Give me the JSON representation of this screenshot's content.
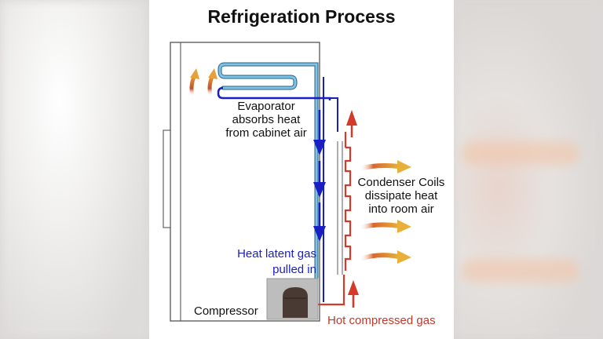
{
  "title": "Refrigeration Process",
  "labels": {
    "evaporator": [
      "Evaporator",
      "absorbs heat",
      "from cabinet air"
    ],
    "condenser": [
      "Condenser Coils",
      "dissipate heat",
      "into room air"
    ],
    "heat_latent": [
      "Heat latent gas",
      "pulled in"
    ],
    "compressor": "Compressor",
    "hot_gas": "Hot compressed gas"
  },
  "colors": {
    "cold_line": "#69b4d8",
    "flow_line": "#1a1fc4",
    "hot_line": "#d43a2a",
    "heat_arrow": "#e3a238",
    "compressor_box": "#bdbdbd",
    "compressor_unit": "#4a3a34"
  },
  "icons": [
    "down-arrow-icon",
    "up-arrow-icon",
    "heat-wave-arrow-icon"
  ]
}
